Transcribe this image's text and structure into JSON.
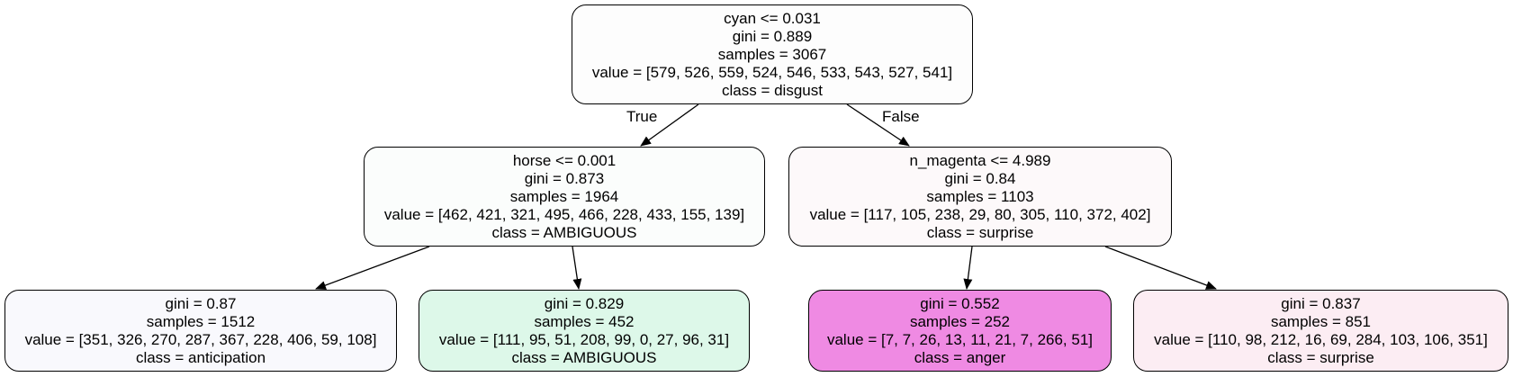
{
  "tree": {
    "nodes": [
      {
        "id": "root",
        "color": "#fdfdfd",
        "lines": [
          "cyan <= 0.031",
          "gini = 0.889",
          "samples = 3067",
          "value = [579, 526, 559, 524, 546, 533, 543, 527, 541]",
          "class = disgust"
        ]
      },
      {
        "id": "n1",
        "color": "#fbfdfc",
        "lines": [
          "horse <= 0.001",
          "gini = 0.873",
          "samples = 1964",
          "value = [462, 421, 321, 495, 466, 228, 433, 155, 139]",
          "class = AMBIGUOUS"
        ]
      },
      {
        "id": "n2",
        "color": "#fdf9fa",
        "lines": [
          "n_magenta <= 4.989",
          "gini = 0.84",
          "samples = 1103",
          "value = [117, 105, 238, 29, 80, 305, 110, 372, 402]",
          "class = surprise"
        ]
      },
      {
        "id": "n3",
        "color": "#f9f9fd",
        "lines": [
          "gini = 0.87",
          "samples = 1512",
          "value = [351, 326, 270, 287, 367, 228, 406, 59, 108]",
          "class = anticipation"
        ]
      },
      {
        "id": "n4",
        "color": "#ddf8e9",
        "lines": [
          "gini = 0.829",
          "samples = 452",
          "value = [111, 95, 51, 208, 99, 0, 27, 96, 31]",
          "class = AMBIGUOUS"
        ]
      },
      {
        "id": "n5",
        "color": "#ef8ae3",
        "lines": [
          "gini = 0.552",
          "samples = 252",
          "value = [7, 7, 26, 13, 11, 21, 7, 266, 51]",
          "class = anger"
        ]
      },
      {
        "id": "n6",
        "color": "#fcedf3",
        "lines": [
          "gini = 0.837",
          "samples = 851",
          "value = [110, 98, 212, 16, 69, 284, 103, 106, 351]",
          "class = surprise"
        ]
      }
    ],
    "edges": [
      {
        "from": "root",
        "to": "n1",
        "label": "True"
      },
      {
        "from": "root",
        "to": "n2",
        "label": "False"
      },
      {
        "from": "n1",
        "to": "n3"
      },
      {
        "from": "n1",
        "to": "n4"
      },
      {
        "from": "n2",
        "to": "n5"
      },
      {
        "from": "n2",
        "to": "n6"
      }
    ]
  }
}
